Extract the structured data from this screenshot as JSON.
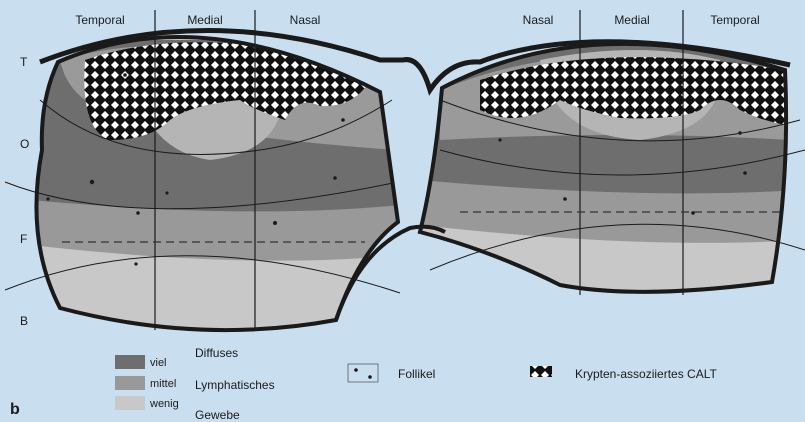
{
  "columns_left": [
    "Temporal",
    "Medial",
    "Nasal"
  ],
  "columns_right": [
    "Nasal",
    "Medial",
    "Temporal"
  ],
  "row_labels": [
    "T",
    "O",
    "F",
    "B"
  ],
  "panel_label": "b",
  "legend": {
    "density_levels": [
      "viel",
      "mittel",
      "wenig"
    ],
    "tissue_lines": [
      "Diffuses",
      "Lymphatisches",
      "Gewebe"
    ],
    "follicles": "Follikel",
    "calt": "Krypten-assoziiertes CALT"
  },
  "colors": {
    "background": "#c9dff0",
    "dark": "#6e6e6e",
    "medium": "#999999",
    "light": "#c8c8c8",
    "outline": "#1a1a1a"
  }
}
